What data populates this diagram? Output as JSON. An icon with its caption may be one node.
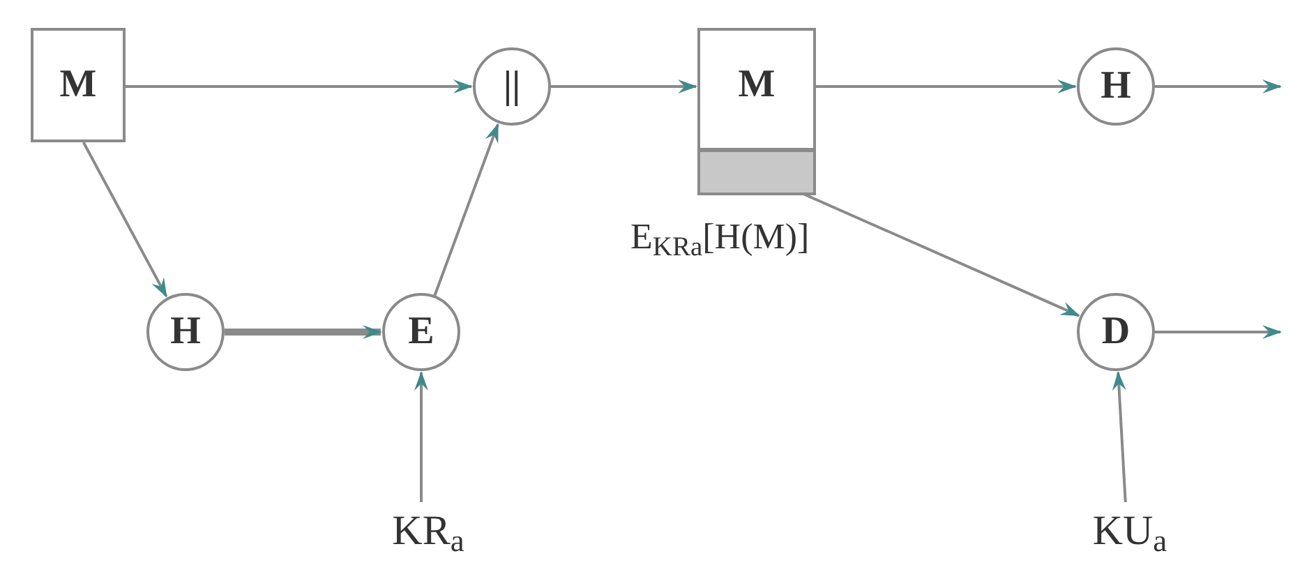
{
  "diagram": {
    "nodes": [
      {
        "text": [
          "M"
        ]
      },
      {
        "text": [
          "H"
        ]
      },
      {
        "text": [
          "E"
        ]
      },
      {
        "text": [
          "||"
        ]
      },
      {
        "text": [
          "M"
        ],
        "beside": [
          "E$_{KRa}$[H(M)]"
        ]
      },
      {
        "text": [],
        "shape": "bar",
        "in": 4
      },
      {
        "text": [
          "H"
        ]
      },
      {
        "text": [
          "D"
        ]
      },
      {
        "text": [
          "KR$_{a}$"
        ]
      },
      {
        "text": [
          "KU$_{a}$"
        ]
      }
    ],
    "edges": [
      {
        "from": 0,
        "to": 3,
        "arrow": "to"
      },
      {
        "from": 0,
        "to": 1,
        "arrow": "to"
      },
      {
        "from": 1,
        "to": 2,
        "arrow": "to",
        "style": "thick"
      },
      {
        "from": 2,
        "to": 3,
        "arrow": "to"
      },
      {
        "from": 8,
        "to": 2,
        "arrow": "to"
      },
      {
        "from": 3,
        "to": 4,
        "arrow": "to"
      },
      {
        "from": 4,
        "to": 6,
        "arrow": "to"
      },
      {
        "from": 6,
        "to": null,
        "arrow": "to"
      },
      {
        "from": 5,
        "to": 7,
        "arrow": "to"
      },
      {
        "from": 7,
        "to": null,
        "arrow": "to"
      },
      {
        "from": 9,
        "to": 7,
        "arrow": "to"
      }
    ]
  }
}
